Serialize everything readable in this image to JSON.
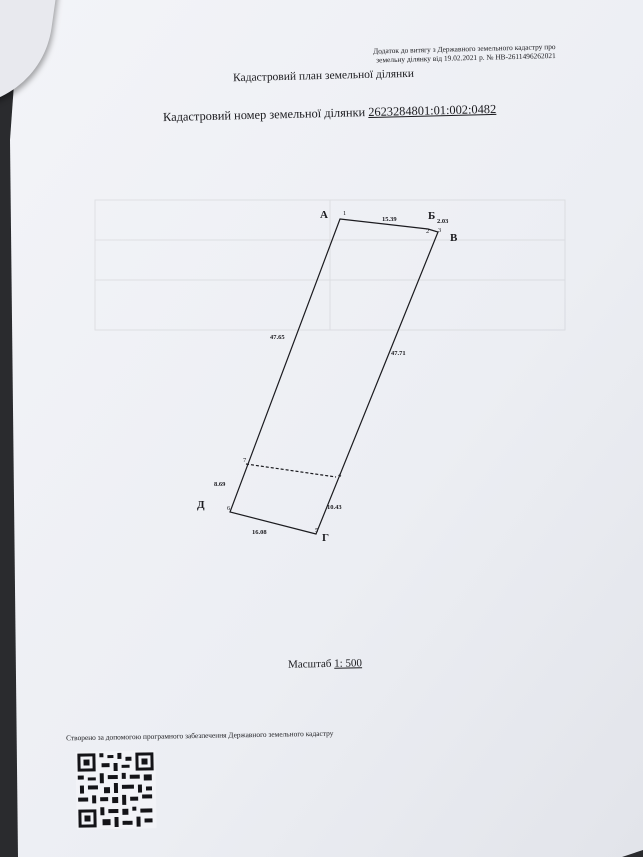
{
  "header": {
    "line1": "Додаток до витягу з Державного земельного кадастру про",
    "line2": "земельну ділянку від 19.02.2021 р. № НВ-2611496262021"
  },
  "title": "Кадастровий план земельної ділянки",
  "cadastral": {
    "label": "Кадастровий номер земельної ділянки",
    "number": "2623284801:01:002:0482"
  },
  "plan": {
    "corners": {
      "a": "А",
      "b": "Б",
      "v": "В",
      "g": "Г",
      "d": "Д"
    },
    "points": {
      "p1": "1",
      "p2": "2",
      "p3": "3",
      "p4": "4",
      "p5": "5",
      "p6": "6",
      "p7": "7"
    },
    "dims": {
      "top": "15.39",
      "top_short": "2.03",
      "left": "47.65",
      "right": "47.71",
      "left_lower": "8.69",
      "right_lower": "10.43",
      "bottom": "16.08"
    }
  },
  "scale": {
    "label": "Масштаб",
    "value": "1: 500"
  },
  "footer": "Створено за допомогою програмного забезпечення Державного земельного кадастру",
  "colors": {
    "paper": "#eeeff4",
    "ink": "#1b1b1f",
    "background": "#2a2b2e"
  },
  "icons": [
    "qr-code-icon"
  ]
}
